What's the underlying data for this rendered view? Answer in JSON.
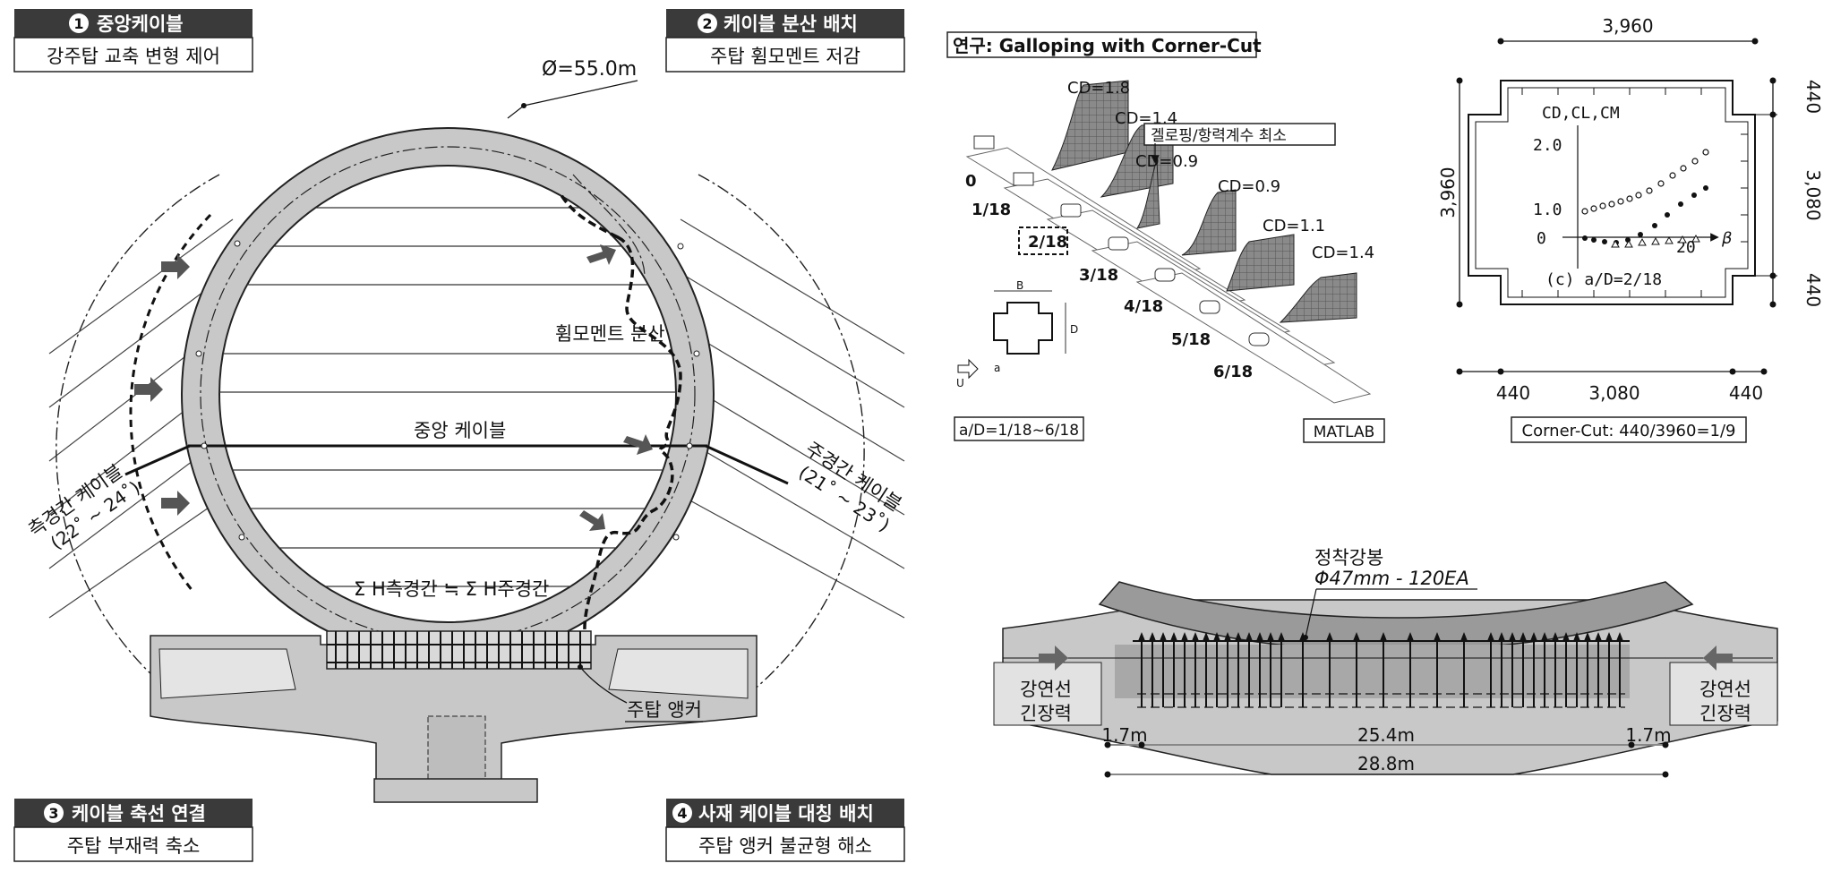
{
  "panels": {
    "p1": {
      "number": "1",
      "title": "중앙케이블",
      "subtitle": "강주탑 교축 변형 제어"
    },
    "p2": {
      "number": "2",
      "title": "케이블 분산 배치",
      "subtitle": "주탑 휨모멘트 저감"
    },
    "p3": {
      "number": "3",
      "title": "케이블 축선 연결",
      "subtitle": "주탑 부재력 축소"
    },
    "p4": {
      "number": "4",
      "title": "사재 케이블 대칭 배치",
      "subtitle": "주탑 앵커 불균형 해소"
    }
  },
  "tower": {
    "diameter": "Ø=55.0m",
    "moment_label": "휨모멘트 분산",
    "center_cable": "중앙 케이블",
    "side_cable": "측경간 케이블",
    "side_angle": "(22˚ ~ 24˚)",
    "main_cable": "주경간 케이블",
    "main_angle": "(21˚ ~ 23˚)",
    "sum_eq": "Σ H측경간 ≒ Σ H주경간",
    "anchor": "주탑 앵커"
  },
  "study": {
    "title": "연구: Galloping with Corner-Cut",
    "cd_labels": [
      "CD=1.8",
      "CD=1.4",
      "CD=0.9",
      "CD=0.9",
      "CD=1.1",
      "CD=1.4"
    ],
    "ratios": [
      "0",
      "1/18",
      "2/18",
      "3/18",
      "4/18",
      "5/18",
      "6/18"
    ],
    "note": "겔로핑/항력계수 최소",
    "range": "a/D=1/18~6/18",
    "tool": "MATLAB",
    "section_b": "B",
    "section_d": "D",
    "section_a": "a",
    "section_u": "U"
  },
  "corner": {
    "top_dim": "3,960",
    "left_dim": "3,960",
    "right_top": "440",
    "right_mid": "3,080",
    "right_bot": "440",
    "bot_left": "440",
    "bot_mid": "3,080",
    "bot_right": "440",
    "y_title": "CD,CL,CM",
    "y_ticks": [
      "2.0",
      "1.0",
      "0"
    ],
    "x_tick": "20",
    "x_axis": "β",
    "case": "(c) a/D=2/18",
    "caption": "Corner-Cut: 440/3960=1/9"
  },
  "anchorage": {
    "bar_title": "정착강봉",
    "bar_spec": "Φ47mm - 120EA",
    "left_force": "강연선\n긴장력",
    "right_force": "강연선\n긴장력",
    "left_force_l1": "강연선",
    "left_force_l2": "긴장력",
    "right_force_l1": "강연선",
    "right_force_l2": "긴장력",
    "dim_left": "1.7m",
    "dim_mid": "25.4m",
    "dim_right": "1.7m",
    "dim_total": "28.8m"
  }
}
